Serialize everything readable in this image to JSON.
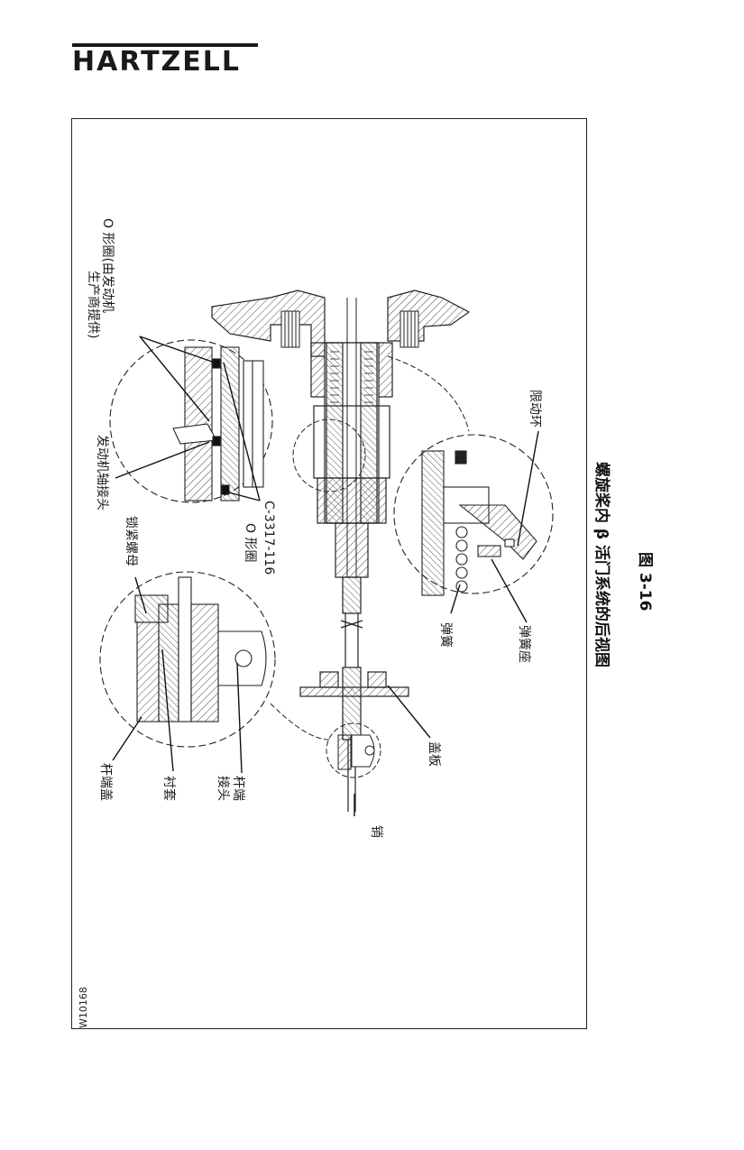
{
  "brand": "HARTZELL",
  "drawing_code": "W10168",
  "caption": {
    "title": "螺旋桨内 β 活门系统的后视图",
    "figure": "图 3-16"
  },
  "labels": {
    "o_ring_line1": "O 形圈(由发动机",
    "o_ring_line2": "生产商提供)",
    "engine_shaft_adapter": "发动机轴接头",
    "part_number": "C-3317-116",
    "o_ring_2": "O 形圈",
    "lock_nut": "锁紧螺母",
    "rod_end_cap": "杆端盖",
    "bushing": "衬套",
    "rod_end_joint_line1": "杆端",
    "rod_end_joint_line2": "接头",
    "pin": "销",
    "cover_plate": "盖板",
    "spring": "弹簧",
    "spring_seat": "弹簧座",
    "stop_ring": "限动环"
  }
}
